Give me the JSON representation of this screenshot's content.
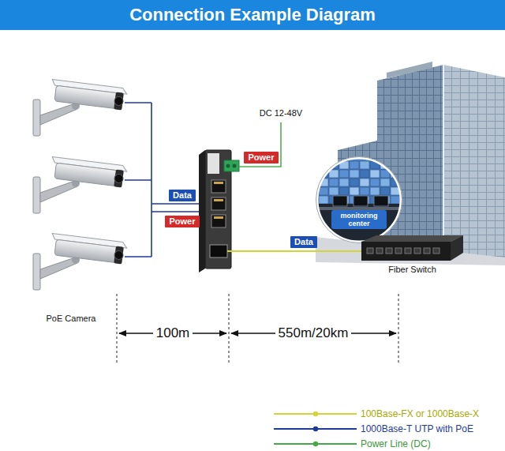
{
  "diagram": {
    "title": "Connection Example Diagram",
    "nodes": [
      {
        "text": [
          "Power"
        ]
      },
      {
        "text": [
          "monitoring center"
        ]
      },
      {
        "text": [
          "Data"
        ]
      },
      {
        "text": [
          "Power"
        ]
      },
      {
        "text": [
          "Data"
        ]
      },
      {
        "text": [
          "Fiber Switch"
        ]
      }
    ],
    "labels": [
      "DC 12-48V",
      "PoE Camera",
      "100m",
      "550m/20km"
    ],
    "legend": [
      {
        "text": "100Base-FX or 1000Base-X"
      },
      {
        "text": "1000Base-T UTP with PoE"
      },
      {
        "text": "Power Line (DC)"
      }
    ]
  }
}
